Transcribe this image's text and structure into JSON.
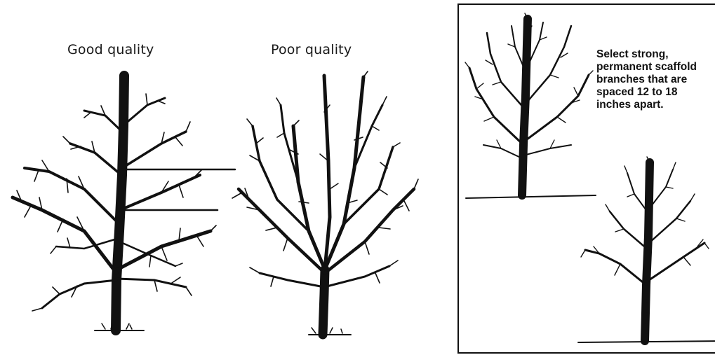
{
  "figure": {
    "good_label": "Good quality",
    "poor_label": "Poor quality",
    "note_lines": [
      "Select strong,",
      "permanent scaffold",
      "branches that are",
      "spaced 12 to 18",
      "inches apart."
    ]
  },
  "icons": {
    "tree_good": "tree-good-quality-illustration",
    "tree_poor": "tree-poor-quality-illustration",
    "tree_scaffold_large": "tree-scaffold-illustration",
    "tree_scaffold_small": "tree-scaffold-illustration"
  },
  "colors": {
    "ink": "#111111",
    "background": "#ffffff"
  }
}
